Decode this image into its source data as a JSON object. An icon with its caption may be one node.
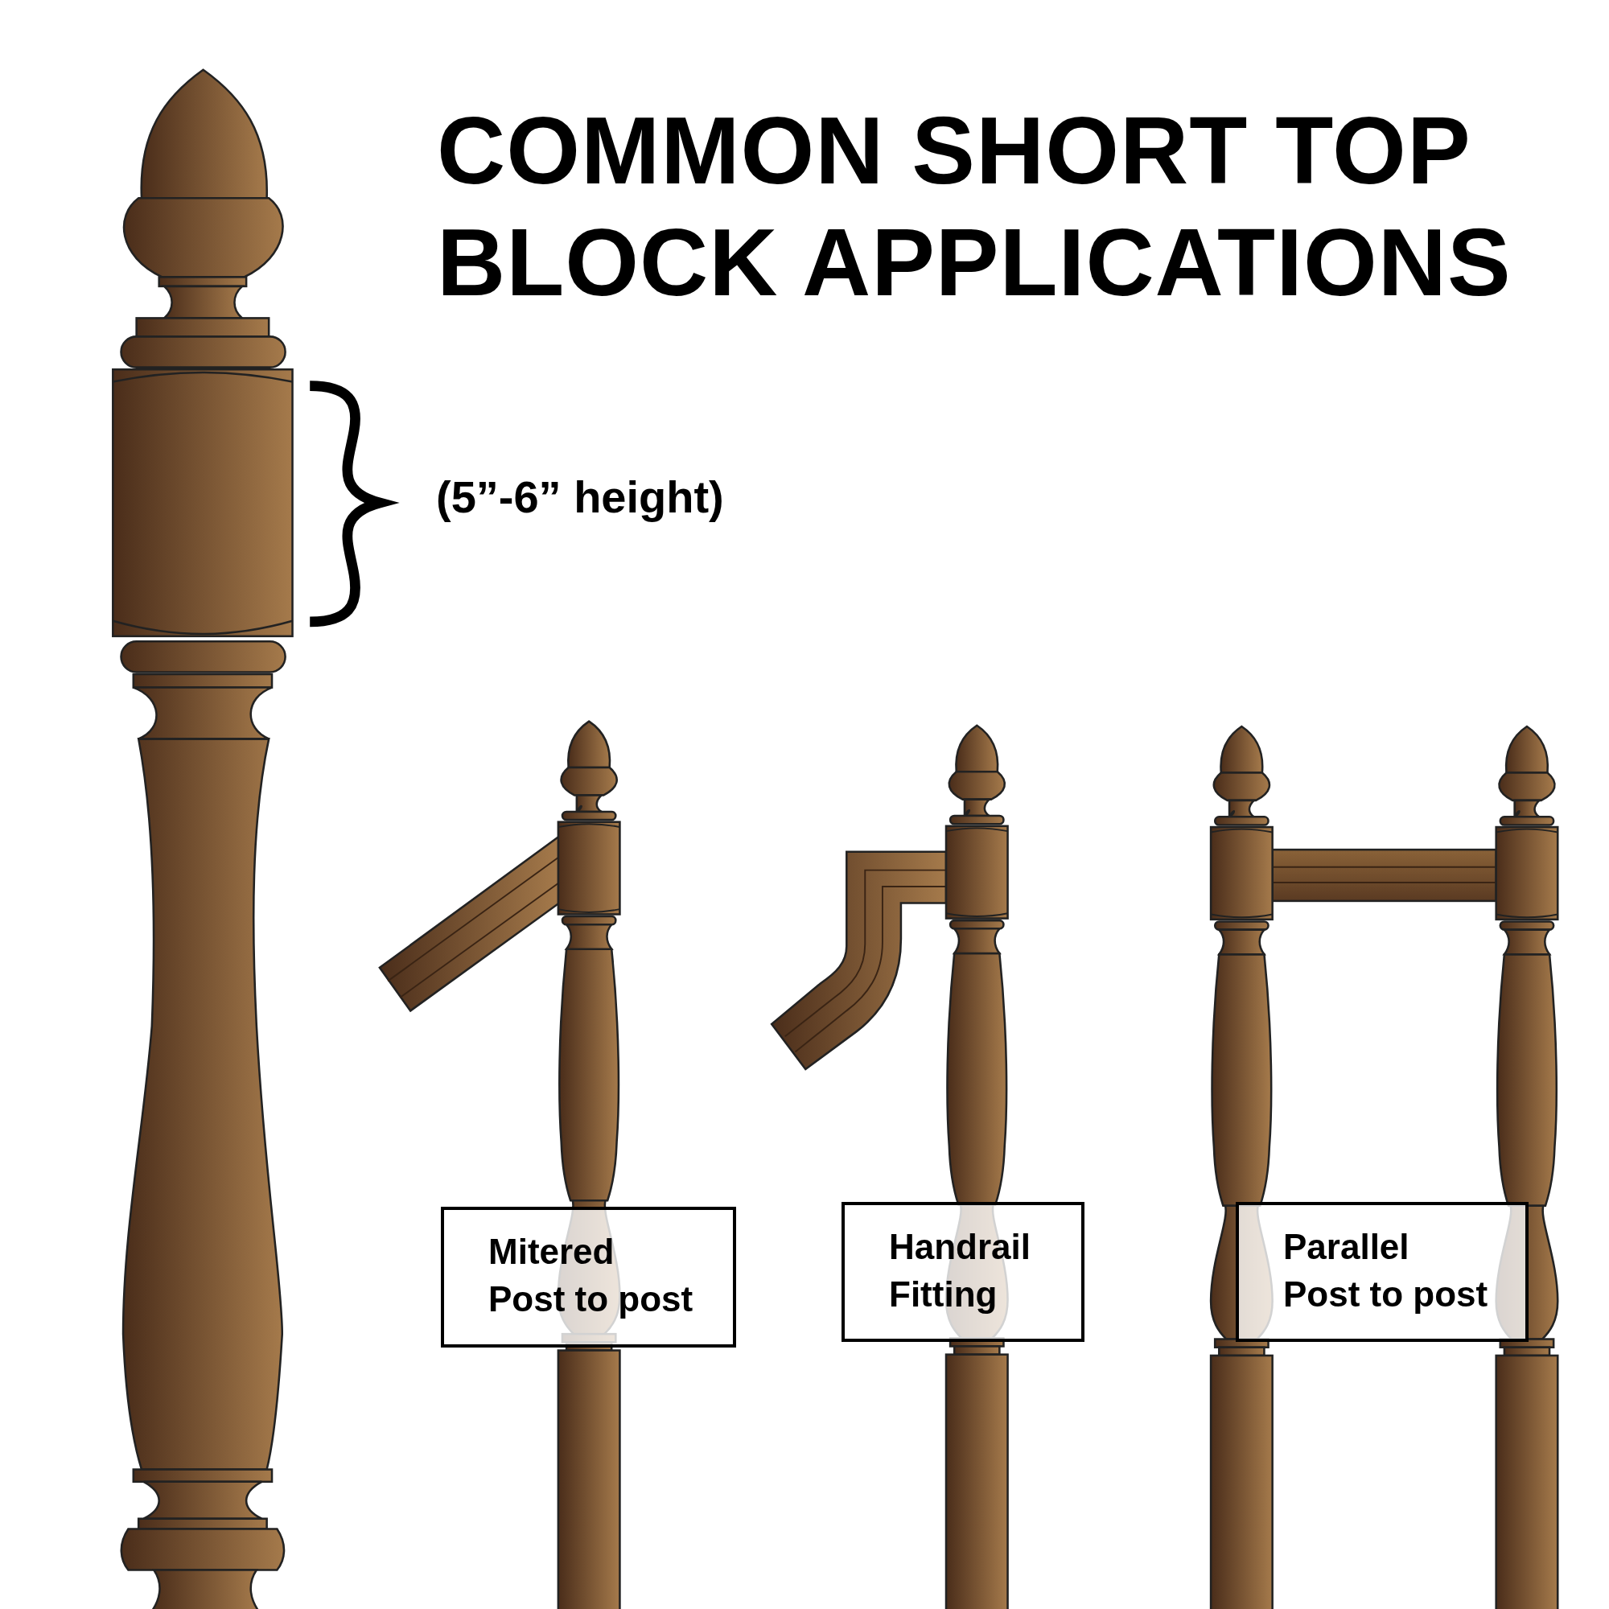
{
  "diagram": {
    "title": "COMMON SHORT TOP BLOCK APPLICATIONS",
    "nodes": [
      {
        "text": [
          "Mitered",
          "Post to post"
        ]
      },
      {
        "text": [
          "Handrail",
          "Fitting"
        ]
      },
      {
        "text": [
          "Parallel",
          "Post to post"
        ]
      }
    ],
    "labels": [
      "(5”-6” height)"
    ]
  }
}
